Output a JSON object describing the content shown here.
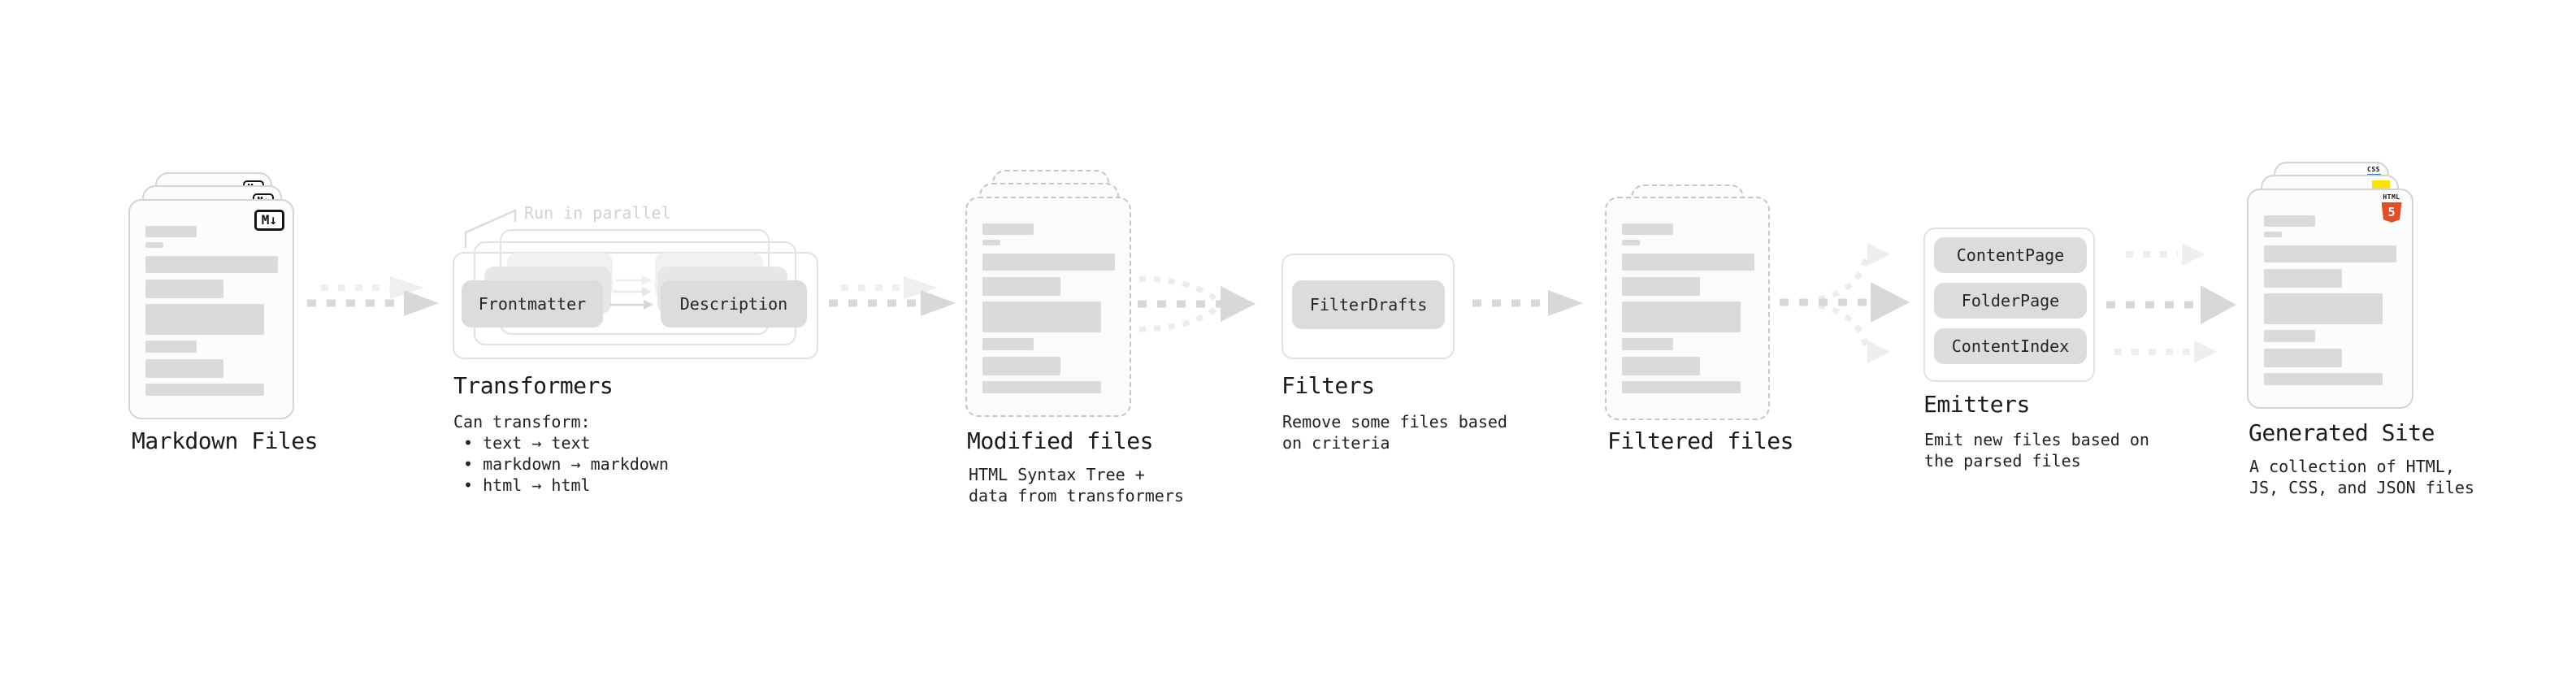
{
  "palette": {
    "ink": "#1b1b1b",
    "card-border": "#d4d4d4",
    "dashed-border": "#c6c6c6",
    "card-fill": "#fcfcfc",
    "bar-fill": "#dadada",
    "box-fill": "#dcdcdc",
    "outline-border": "#e2e2e2",
    "arrow-main": "#d8d8d8",
    "arrow-light": "#eeeeee",
    "callout": "#d2d2d2",
    "html5-orange": "#e44d26",
    "js-yellow": "#ffe200",
    "css-blue": "#2f6fe4"
  },
  "stages": {
    "markdown": {
      "title": "Markdown Files",
      "badge": "M↓"
    },
    "transformers": {
      "title": "Transformers",
      "callout": "Run in parallel",
      "box_frontmatter": "Frontmatter",
      "box_description": "Description",
      "subtitle": "Can transform:\n • text → text\n • markdown → markdown\n • html → html"
    },
    "modified": {
      "title": "Modified files",
      "subtitle": "HTML Syntax Tree +\ndata from transformers"
    },
    "filters": {
      "title": "Filters",
      "subtitle": "Remove some files based\non criteria",
      "box_filterdrafts": "FilterDrafts"
    },
    "filtered": {
      "title": "Filtered files"
    },
    "emitters": {
      "title": "Emitters",
      "subtitle": "Emit new files based on\nthe parsed files",
      "box_contentpage": "ContentPage",
      "box_folderpage": "FolderPage",
      "box_contentindex": "ContentIndex"
    },
    "generated": {
      "title": "Generated Site",
      "subtitle": "A collection of HTML,\nJS, CSS, and JSON files",
      "badge_css": "CSS",
      "badge_html_label": "HTML",
      "badge_html_number": "5"
    }
  }
}
